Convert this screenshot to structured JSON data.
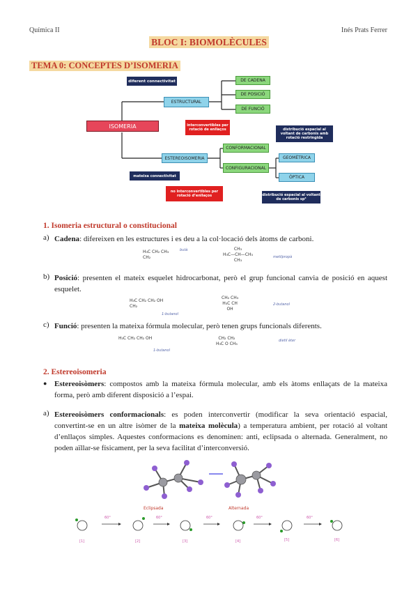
{
  "header": {
    "left": "Química II",
    "right": "Inés Prats Ferrer"
  },
  "title": "BLOC I: BIOMOLÈCULES",
  "tema": "TEMA 0: CONCEPTES D’ISOMERIA",
  "diagram": {
    "root": "ISOMERIA",
    "structural": "ESTRUCTURAL",
    "stereo": "ESTEREOISOMERIA",
    "struct_types": [
      "DE CADENA",
      "DE POSICIÓ",
      "DE FUNCIÓ"
    ],
    "conformacional": "CONFORMACIONAL",
    "configuracional": "CONFIGURACIONAL",
    "geometrica": "GEOMÈTRICA",
    "optica": "ÒPTICA",
    "note_diff": "diferent connectivitat",
    "note_same": "mateixa connectivitat",
    "note_inter": "interconvertibles per rotació de enllaços",
    "note_noint": "no interconvertibles per rotació d’enllaços",
    "note_sp2": "distribució espacial al voltant de carbonis amb rotació restringida",
    "note_sp3": "distribució espacial al voltant de carbonis sp³"
  },
  "s1": {
    "title": "1.   Isomeria estructural o constitucional",
    "a_mark": "a)",
    "a_term": "Cadena",
    "a_text": ": difereixen en les estructures i es deu a la col·locació dels àtoms de carboni.",
    "b_mark": "b)",
    "b_term": "Posició",
    "b_text": ": presenten el mateix esquelet hidrocarbonat, però el grup funcional canvia de posició en aquest esquelet.",
    "c_mark": "c)",
    "c_term": "Funció",
    "c_text": ": presenten la mateixa fórmula molecular, però tenen grups funcionals diferents."
  },
  "chem": {
    "butane": [
      "H₃C     CH₂     CH₃",
      "       CH₂"
    ],
    "butane_note": "butà",
    "isobutane": [
      "CH₃",
      "H₃C—CH—CH₃"
    ],
    "isobutane_note": "metilpropà",
    "butanol1": [
      "H₃C    CH₂    CH₂    OH",
      "     CH₂"
    ],
    "butanol1_note": "1-butanol",
    "butanol2": [
      "CH₂   CH₃",
      "H₃C      CH",
      "OH"
    ],
    "butanol2_note": "2-butanol",
    "butanol1b": [
      "H₃C    CH₂    CH₂    OH"
    ],
    "butanol1b_note": "1-butanol",
    "ether": [
      "CH₂       CH₂",
      "H₃C     O     CH₃"
    ],
    "ether_note": "dietil èter"
  },
  "s2": {
    "title": "2.   Estereoisomeria",
    "bullet_term": "Estereoisòmers",
    "bullet_text": ": compostos amb la mateixa fórmula molecular, amb els àtoms enllaçats de la mateixa forma, però amb diferent disposició a l’espai.",
    "a_mark": "a)",
    "a_term": "Estereoisòmers conformacionals",
    "a_text1": ": es poden interconvertir (modificar la seva orientació espacial, convertint-se en un altre isòmer de la ",
    "a_bold": "mateixa molècula",
    "a_text2": ") a temperatura ambient, per rotació al voltant d’enllaços simples. Aquestes conformacions es denominen: anti, eclipsada o alternada. Generalment, no poden aïllar-se físicament, per la seva facilitat d’interconversió.",
    "eclipsada": "Eclipsada",
    "alternada": "Alternada",
    "angle": "60°",
    "newman_tags": [
      "[1]",
      "[2]",
      "[3]",
      "[4]",
      "[5]",
      "[6]"
    ]
  }
}
